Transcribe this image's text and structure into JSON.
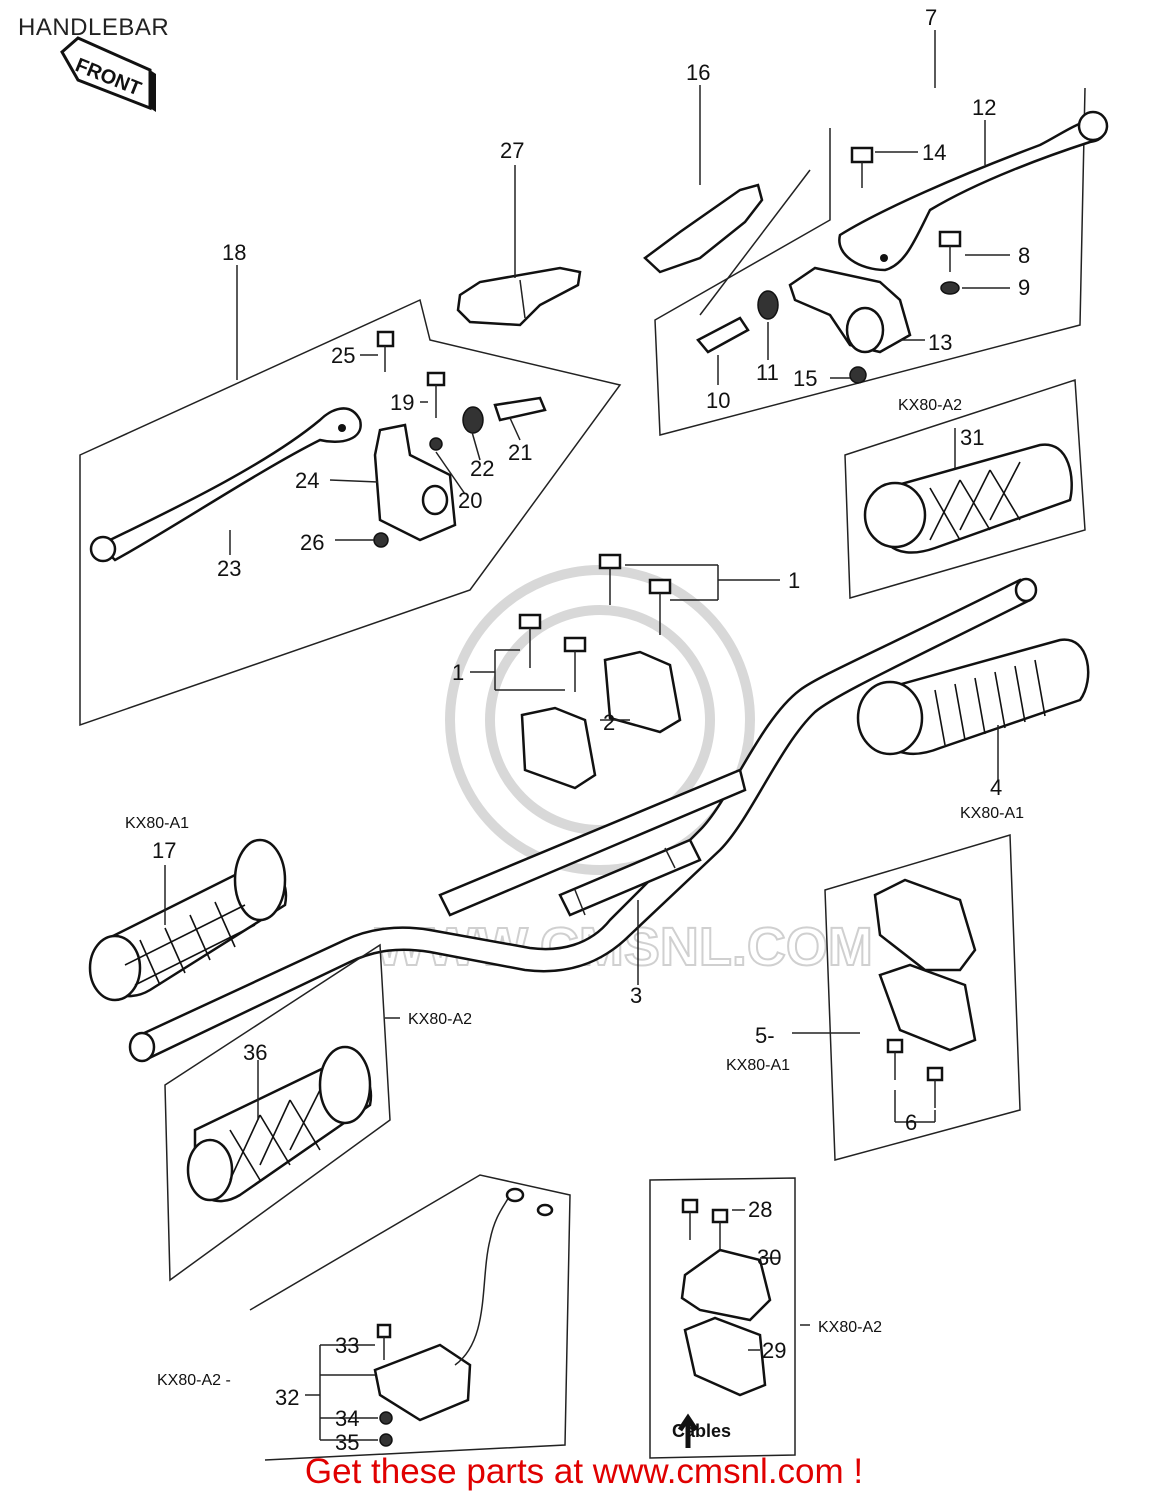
{
  "title": "HANDLEBAR",
  "front_arrow_text": "FRONT",
  "watermark": "WWW.CMSNL.COM",
  "footer": "Get these parts at www.cmsnl.com !",
  "callouts": {
    "n1a": "1",
    "n1b": "1",
    "n2": "2",
    "n3": "3",
    "n4": "4",
    "n5": "5-",
    "n6": "6",
    "n7": "7",
    "n8": "8",
    "n9": "9",
    "n10": "10",
    "n11": "11",
    "n12": "12",
    "n13": "13",
    "n14": "14",
    "n15": "15",
    "n16": "16",
    "n17": "17",
    "n18": "18",
    "n19": "19",
    "n20": "20",
    "n21": "21",
    "n22": "22",
    "n23": "23",
    "n24": "24",
    "n25": "25",
    "n26": "26",
    "n27": "27",
    "n28": "28",
    "n29": "29",
    "n30": "30",
    "n31": "31",
    "n32": "32",
    "n33": "33",
    "n34": "34",
    "n35": "35",
    "n36": "36"
  },
  "variants": {
    "v31": "KX80-A2",
    "v4": "KX80-A1",
    "v17": "KX80-A1",
    "v36": "KX80-A2",
    "v5": "KX80-A1",
    "v32": "KX80-A2 -",
    "v29": "KX80-A2"
  },
  "cables_label": "Cables"
}
